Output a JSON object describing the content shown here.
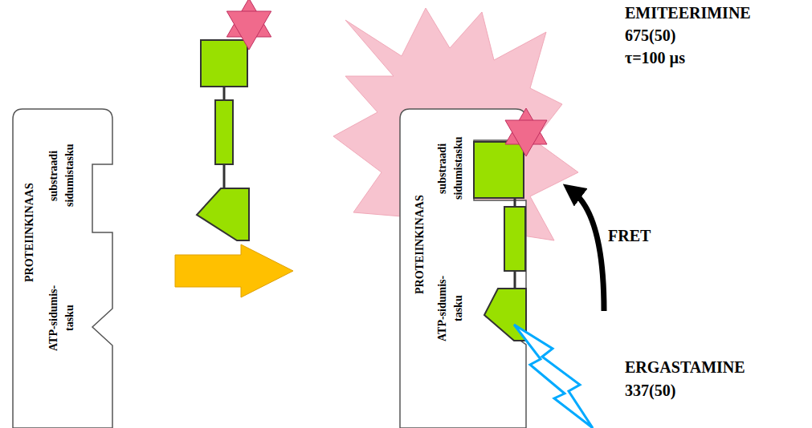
{
  "diagram": {
    "nodes": [
      {
        "text": [
          "PROTEIINKINAAS",
          "substraadi sidumistasku",
          "ATP-sidumis- tasku"
        ]
      },
      {
        "text": [
          "PROTEIINKINAAS",
          "substraadi sidumistasku",
          "ATP-sidumis- tasku"
        ]
      }
    ],
    "labels": [
      "EMITEERIMINE",
      "675(50)",
      "τ=100 µs",
      "FRET",
      "ERGASTAMINE",
      "337(50)"
    ]
  }
}
